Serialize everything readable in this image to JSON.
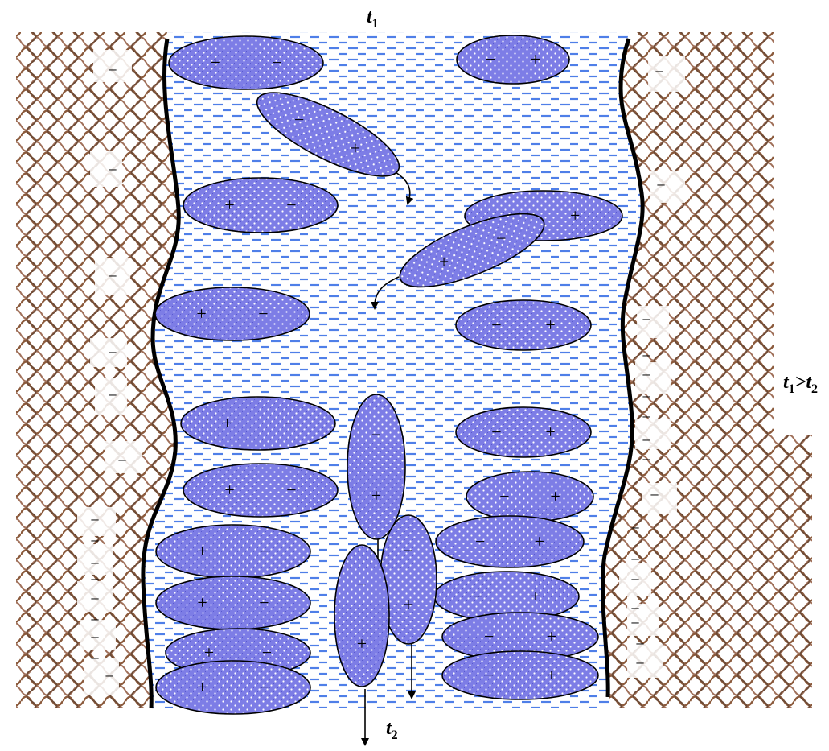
{
  "labels": {
    "top_time": "t",
    "top_time_sub": "1",
    "bottom_time": "t",
    "bottom_time_sub": "2",
    "relation_t1": "t",
    "relation_t1_sub": "1",
    "relation_op": ">",
    "relation_t2": "t",
    "relation_t2_sub": "2"
  },
  "symbols": {
    "plus": "+",
    "minus": "−",
    "wall_charge": "−"
  },
  "colors": {
    "particle_fill": "#7d7de6",
    "particle_dot": "#ffffff",
    "particle_stroke": "#000000",
    "liquid_dash": "#4f7fe8",
    "wall_brown": "#8b5a3c",
    "boundary_line": "#000000"
  }
}
